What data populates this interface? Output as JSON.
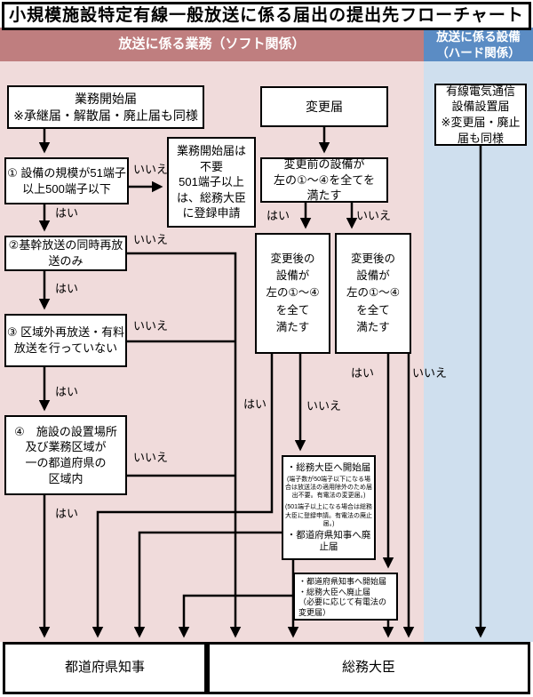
{
  "title": "小規模施設特定有線一般放送に係る届出の提出先フローチャート",
  "header": {
    "soft_label": "放送に係る業務（ソフト関係）",
    "hard_label": "放送に係る設備\n（ハード関係）"
  },
  "labels": {
    "yes": "はい",
    "no": "いいえ"
  },
  "colors": {
    "band_pink": "#bf7e7f",
    "area_pink": "#f0dbdb",
    "band_blue": "#5b8cc4",
    "area_blue": "#cfdfee",
    "line": "#000000"
  },
  "boxes": {
    "start_notice": "業務開始届\n※承継届・解散届・廃止届も同様",
    "q1": "① 設備の規模が51端子以上500端子以下",
    "no_need": "業務開始届は\n不要\n501端子以上\nは、総務大臣\nに登録申請",
    "q2": "②基幹放送の同時再放送のみ",
    "q3": "③ 区域外再放送・有料放送を行っていない",
    "q4": "④　施設の設置場所\n及び業務区域が\n一の都道府県の\n区域内",
    "change_notice": "変更届",
    "before_change": "変更前の設備が\n左の①～④を全てを\n満たす",
    "after_change_left": "変更後の\n設備が\n左の①～④\nを全て\n満たす",
    "after_change_right": "変更後の\n設備が\n左の①～④\nを全て\n満たす",
    "minister_start": {
      "line1": "・総務大臣へ開始届",
      "note1": "(端子数が50端子以下になる場合は放送法の適用除外のため届出不要。有電法の変更届。)",
      "note2": "(501端子以上になる場合は総務大臣に登録申請。有電法の廃止届。)",
      "line2": "・都道府県知事へ廃止届"
    },
    "governor_start": "・都道府県知事へ開始届\n・総務大臣へ廃止届\n（必要に応じて有電法の変更届）",
    "wired_notice": "有線電気通信\n設備設置届\n※変更届・廃止\n届も同様",
    "dest_governor": "都道府県知事",
    "dest_minister": "総務大臣"
  }
}
